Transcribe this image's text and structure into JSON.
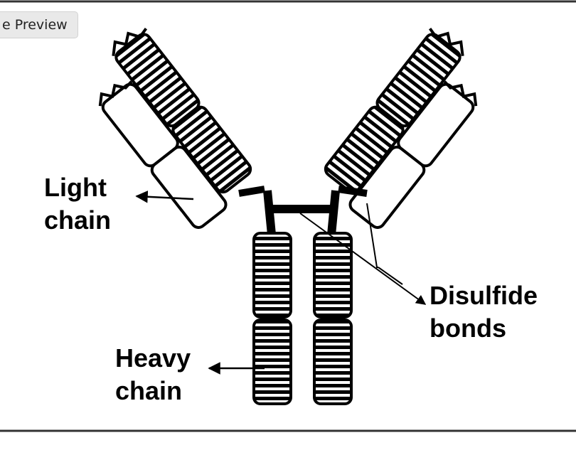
{
  "toolbar": {
    "preview_label": "e Preview"
  },
  "diagram": {
    "labels": {
      "light_line1": "Light",
      "light_line2": "chain",
      "disulfide_line1": "Disulfide",
      "disulfide_line2": "bonds",
      "heavy_line1": "Heavy",
      "heavy_line2": "chain"
    }
  }
}
